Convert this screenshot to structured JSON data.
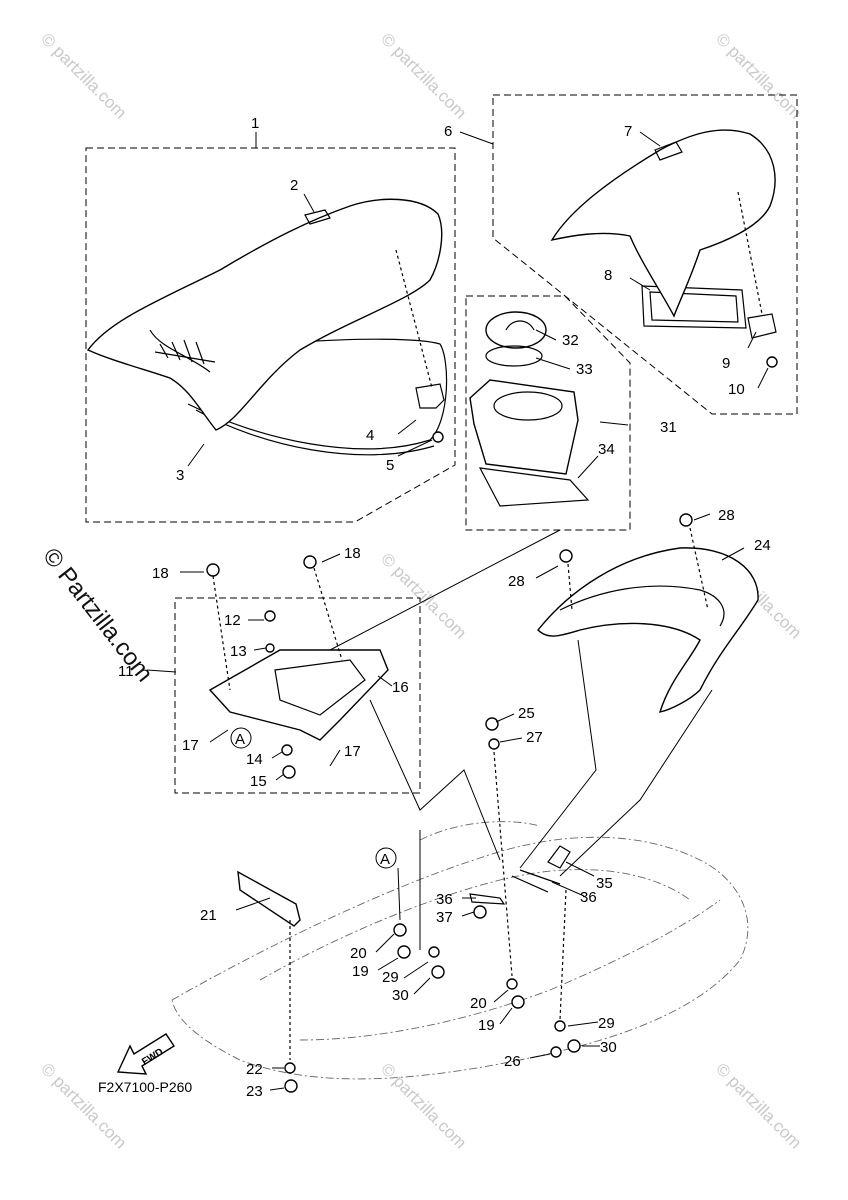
{
  "diagram_code": "F2X7100-P260",
  "fwd_label": "FWD",
  "watermark": "© Partzilla.com",
  "watermark_small": "© partzilla.com",
  "callouts": {
    "c1": "1",
    "c2": "2",
    "c3": "3",
    "c4": "4",
    "c5": "5",
    "c6": "6",
    "c7": "7",
    "c8": "8",
    "c9": "9",
    "c10": "10",
    "c11": "11",
    "c12": "12",
    "c13": "13",
    "c14": "14",
    "c15": "15",
    "c16": "16",
    "c17a": "17",
    "c17b": "17",
    "c18a": "18",
    "c18b": "18",
    "c19a": "19",
    "c19b": "19",
    "c20a": "20",
    "c20b": "20",
    "c21": "21",
    "c22": "22",
    "c23": "23",
    "c24": "24",
    "c25": "25",
    "c26": "26",
    "c27": "27",
    "c28a": "28",
    "c28b": "28",
    "c29a": "29",
    "c29b": "29",
    "c30a": "30",
    "c30b": "30",
    "c31": "31",
    "c32": "32",
    "c33": "33",
    "c34": "34",
    "c35": "35",
    "c36a": "36",
    "c36b": "36",
    "c37": "37"
  },
  "ref_a": "A"
}
